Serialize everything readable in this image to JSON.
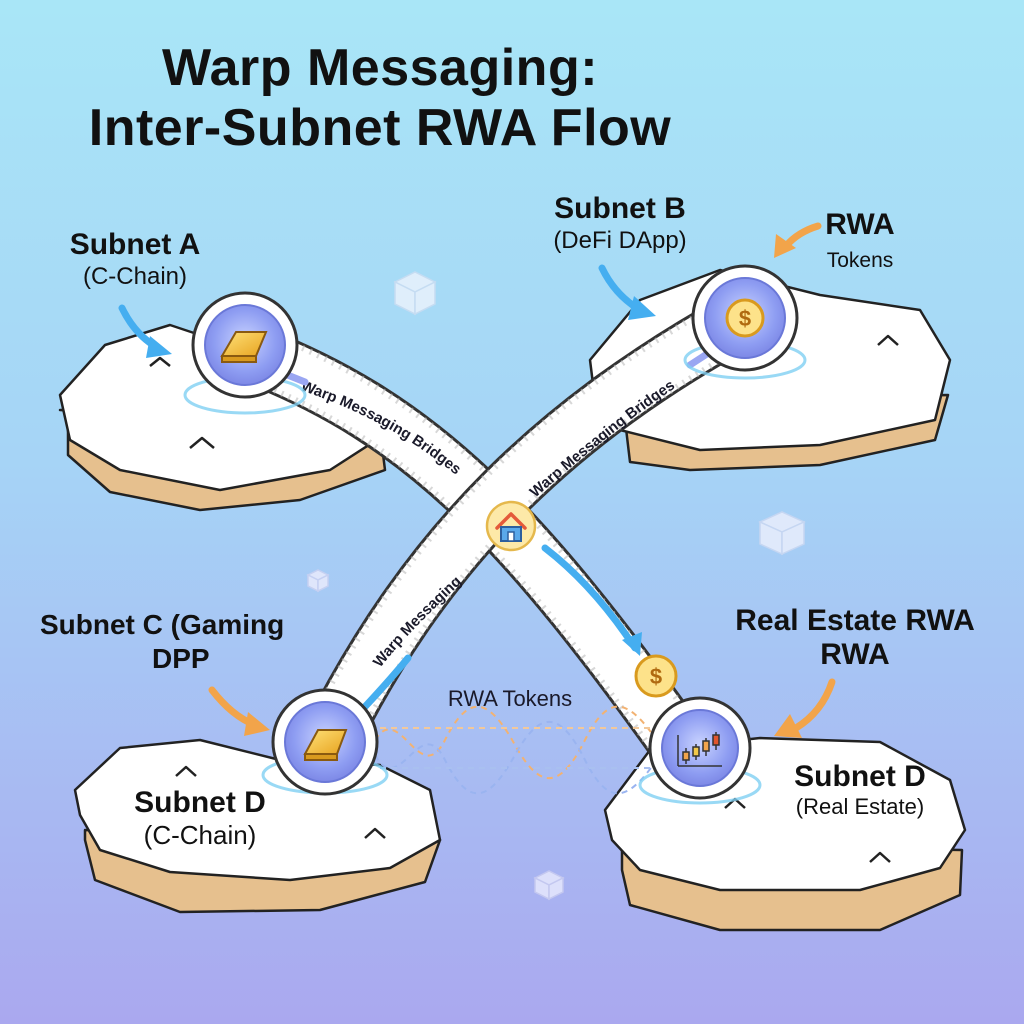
{
  "diagram": {
    "title_line1": "Warp Messaging:",
    "title_line2": "Inter-Subnet RWA Flow",
    "subnets": [
      {
        "name": "Subnet A",
        "sub": "(C-Chain)",
        "asset_icon": "gold-bar-icon"
      },
      {
        "name": "Subnet B",
        "sub": "(DeFi DApp)",
        "asset_icon": "dollar-coin-icon"
      },
      {
        "name": "Subnet C (Gaming",
        "sub": "DPP"
      },
      {
        "name": "Subnet D",
        "sub": "(C-Chain)",
        "asset_icon": "gold-bar-icon"
      },
      {
        "name": "Subnet D",
        "sub": "(Real Estate)",
        "asset_icon": "candlestick-chart-icon"
      }
    ],
    "rwa_b_line1": "RWA",
    "rwa_b_line2": "Tokens",
    "real_estate_line1": "Real Estate RWA",
    "real_estate_line2": "RWA",
    "bridges": {
      "a_to_center": "Warp Messaging Bridges",
      "b_to_center": "Warp Messaging Bridges",
      "center_to_c": "Warp Messaging",
      "bottom_tokens": "RWA Tokens"
    },
    "center_icon": "house-icon",
    "colors": {
      "arrow_blue": "#45aef0",
      "arrow_orange": "#f2a44a",
      "island_top": "#ffffff",
      "island_side": "#e6c08e",
      "node_glow": "#8fa0f5"
    }
  }
}
